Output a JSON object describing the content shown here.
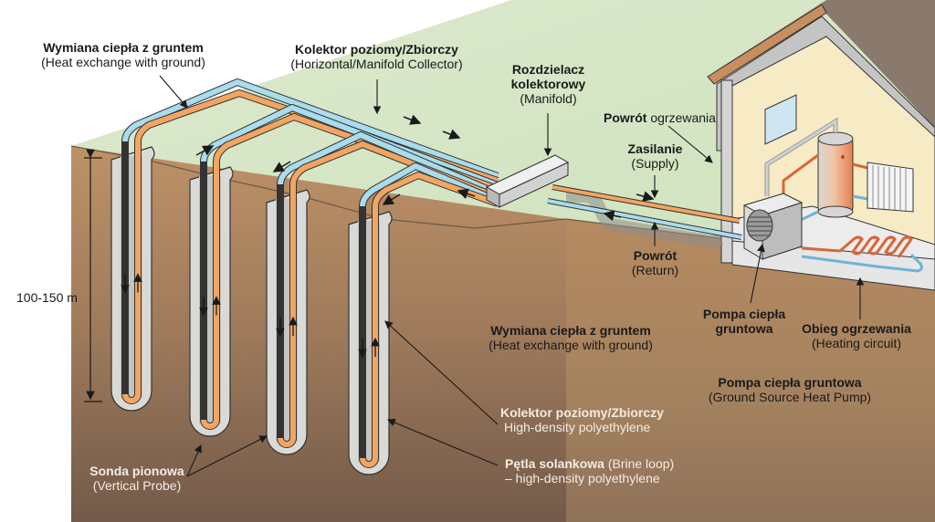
{
  "diagram": {
    "title": "Ground source heat pump with vertical probes",
    "colors": {
      "grass": "#d6e6c6",
      "soil_top": "#b98e63",
      "soil_bottom": "#7a5f4c",
      "cold_pipe": "#a9dcec",
      "warm_pipe": "#f2a561",
      "grout": "#d9d9d6",
      "house_wall": "#f7ebc6",
      "roof": "#8a7a6e",
      "boiler": "#e98f5f"
    },
    "labels": {
      "heat_exchange_top": {
        "bold": "Wymiana ciepła z gruntem",
        "normal": "(Heat exchange with ground)"
      },
      "collector_top": {
        "bold": "Kolektor poziomy/Zbiorczy",
        "normal": "(Horizontal/Manifold Collector)"
      },
      "manifold": {
        "bold1": "Rozdzielacz",
        "bold2": "kolektorowy",
        "normal": "(Manifold)"
      },
      "return_heating": {
        "bold": "Powrót",
        "normal": " ogrzewania"
      },
      "supply": {
        "bold": "Zasilanie",
        "normal": "(Supply)"
      },
      "return": {
        "bold": "Powrót",
        "normal": "(Return)"
      },
      "depth": {
        "text": "100-150 m"
      },
      "heat_pump": {
        "bold1": "Pompa ciepła",
        "bold2": "gruntowa"
      },
      "heating_circuit": {
        "bold": "Obieg ogrzewania",
        "normal": "(Heating circuit)"
      },
      "heat_exchange_mid": {
        "bold": "Wymiana ciepła z gruntem",
        "normal": "(Heat exchange with ground)"
      },
      "gshp": {
        "bold": "Pompa ciepła gruntowa",
        "normal": "(Ground Source Heat Pump)"
      },
      "collector_bottom": {
        "bold": "Kolektor poziomy/Zbiorczy",
        "normal": "High-density polyethylene"
      },
      "brine_loop": {
        "bold": "Pętla solankowa",
        "normal": " (Brine loop)",
        "line2": "–  high-density polyethylene"
      },
      "vertical_probe": {
        "bold": "Sonda pionowa",
        "normal": "(Vertical Probe)"
      }
    }
  }
}
